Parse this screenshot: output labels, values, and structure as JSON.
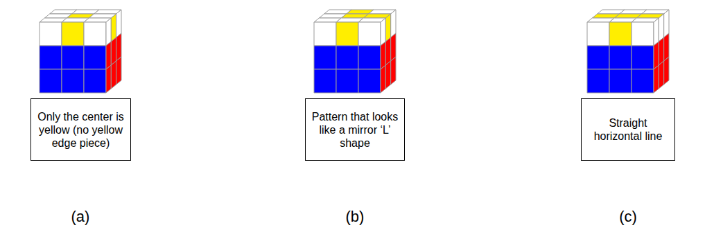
{
  "diagram": {
    "nodes": [
      {
        "text": [
          "Only the center is yellow (no yellow edge piece)"
        ]
      },
      {
        "text": [
          "Pattern that looks like a mirror ‘L’ shape"
        ]
      },
      {
        "text": [
          "Straight horizontal line"
        ]
      }
    ],
    "labels": [
      "(a)",
      "(b)",
      "(c)"
    ]
  }
}
